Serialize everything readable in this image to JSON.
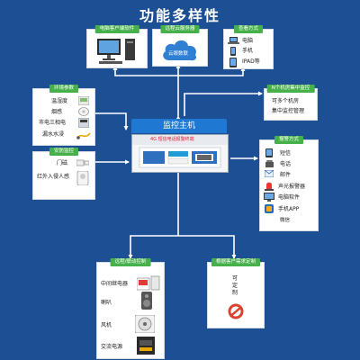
{
  "title": "功能多样性",
  "colors": {
    "background": "#1c4f93",
    "panel_title": "#46b04a",
    "main_header": "#1f78d1",
    "arrow": "#ffffff"
  },
  "pc_software": {
    "title": "电脑客户端软件"
  },
  "cloud": {
    "title": "远程云服务器",
    "logo_text": "云眼数联"
  },
  "view_mode": {
    "title": "查看方式",
    "items": [
      "电脑",
      "手机",
      "IPAD等"
    ]
  },
  "env_params": {
    "title": "环境参数",
    "items": [
      "温湿度",
      "烟感",
      "市电三相电",
      "漏水水浸"
    ]
  },
  "security": {
    "title": "安防监控",
    "items": [
      "门磁",
      "红外入侵人感"
    ]
  },
  "centralized": {
    "title": "N个机房集中监控",
    "items": [
      "可多个机房",
      "集中监控管理"
    ]
  },
  "main_host": {
    "title": "监控主机",
    "device_text": "4G 短信电话报警终端"
  },
  "alarm_mode": {
    "title": "报警方式",
    "items": [
      "短信",
      "电话",
      "邮件",
      "声光报警器",
      "电脑软件",
      "手机APP",
      "微信"
    ]
  },
  "linkage": {
    "title": "远程/联动控制",
    "items": [
      "中间继电器",
      "喇叭",
      "风机",
      "交流电源"
    ]
  },
  "custom": {
    "title": "根据客户需求定制",
    "lines": [
      "可",
      "定",
      "制"
    ]
  }
}
